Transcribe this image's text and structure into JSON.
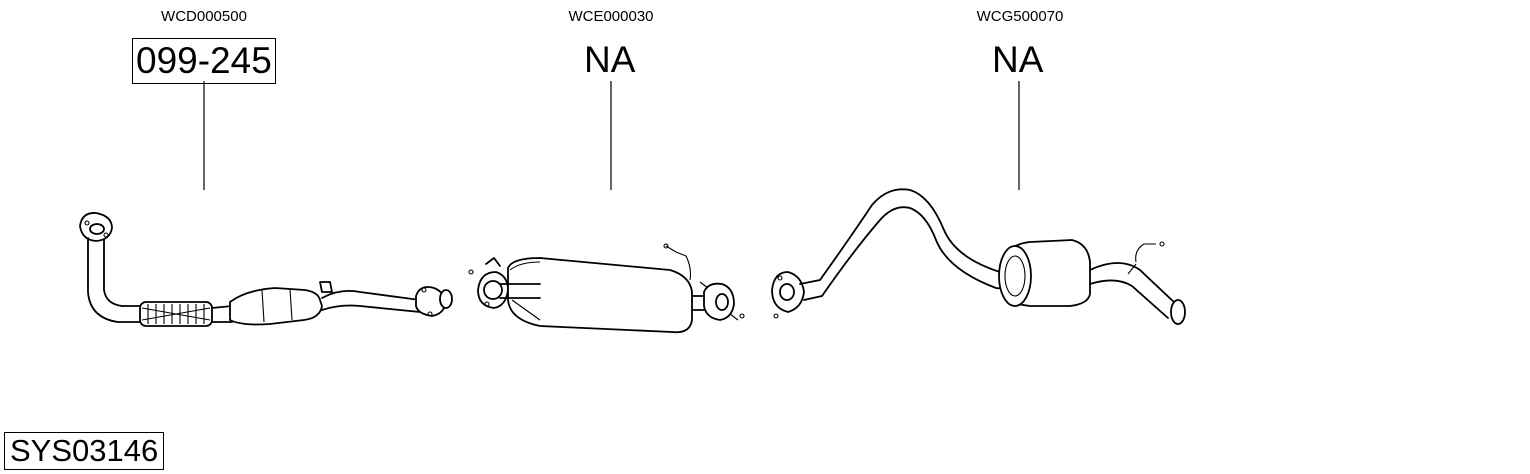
{
  "parts": [
    {
      "code": "WCD000500",
      "ref": "099-245",
      "ref_boxed": true
    },
    {
      "code": "WCE000030",
      "ref": "NA",
      "ref_boxed": false
    },
    {
      "code": "WCG500070",
      "ref": "NA",
      "ref_boxed": false
    }
  ],
  "system_id": "SYS03146"
}
